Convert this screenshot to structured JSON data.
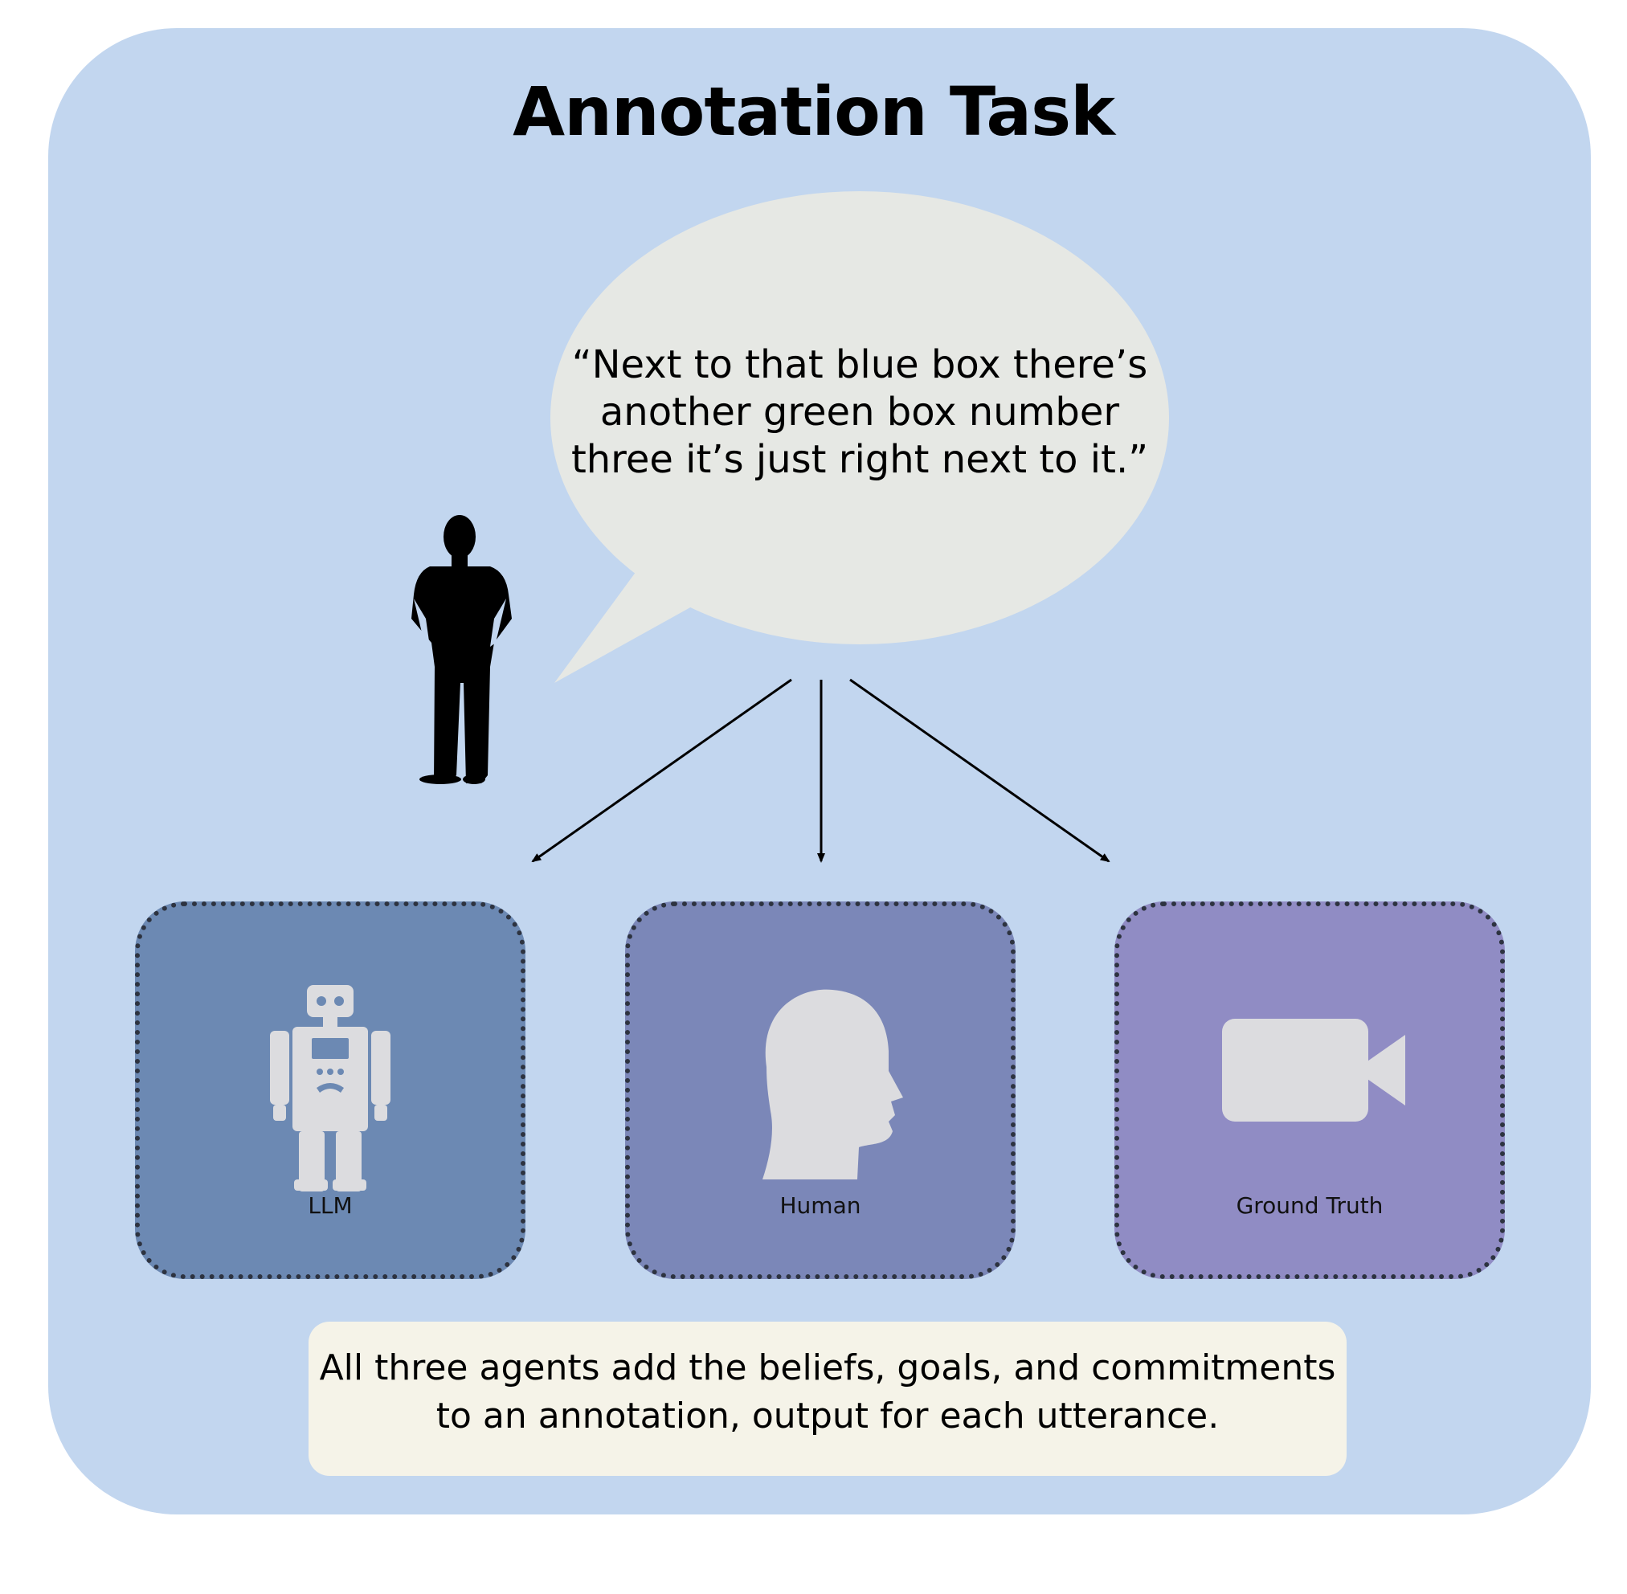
{
  "title": "Annotation Task",
  "utterance": "“Next to that blue box there’s another green box number three it’s just right next to it.”",
  "agents": [
    {
      "label": "LLM",
      "icon": "robot-icon",
      "color": "#6c89b3"
    },
    {
      "label": "Human",
      "icon": "human-head-icon",
      "color": "#7b87b8"
    },
    {
      "label": "Ground Truth",
      "icon": "video-camera-icon",
      "color": "#908cc4"
    }
  ],
  "summary": "All three agents add the beliefs, goals, and commitments to an annotation, output for each utterance.",
  "colors": {
    "panel_background": "#c2d6ef",
    "speech_bubble": "#e6e8e4",
    "summary_background": "#f5f3e8",
    "icon_fill": "#dcdcdf"
  }
}
